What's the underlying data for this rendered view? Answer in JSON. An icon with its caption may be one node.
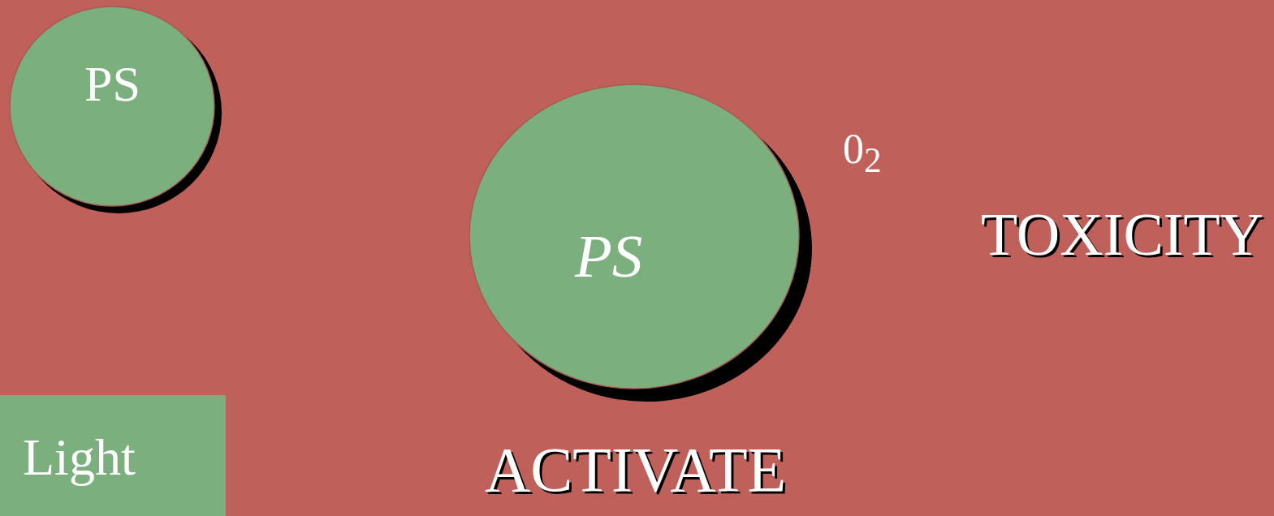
{
  "diagram": {
    "nodes": [
      {
        "text": [
          "PS"
        ]
      },
      {
        "text": [
          "PS"
        ]
      },
      {
        "text": [
          "Light"
        ]
      }
    ],
    "labels": [
      "0$_{2}$",
      "TOXICITY",
      "ACTIVATE"
    ]
  }
}
